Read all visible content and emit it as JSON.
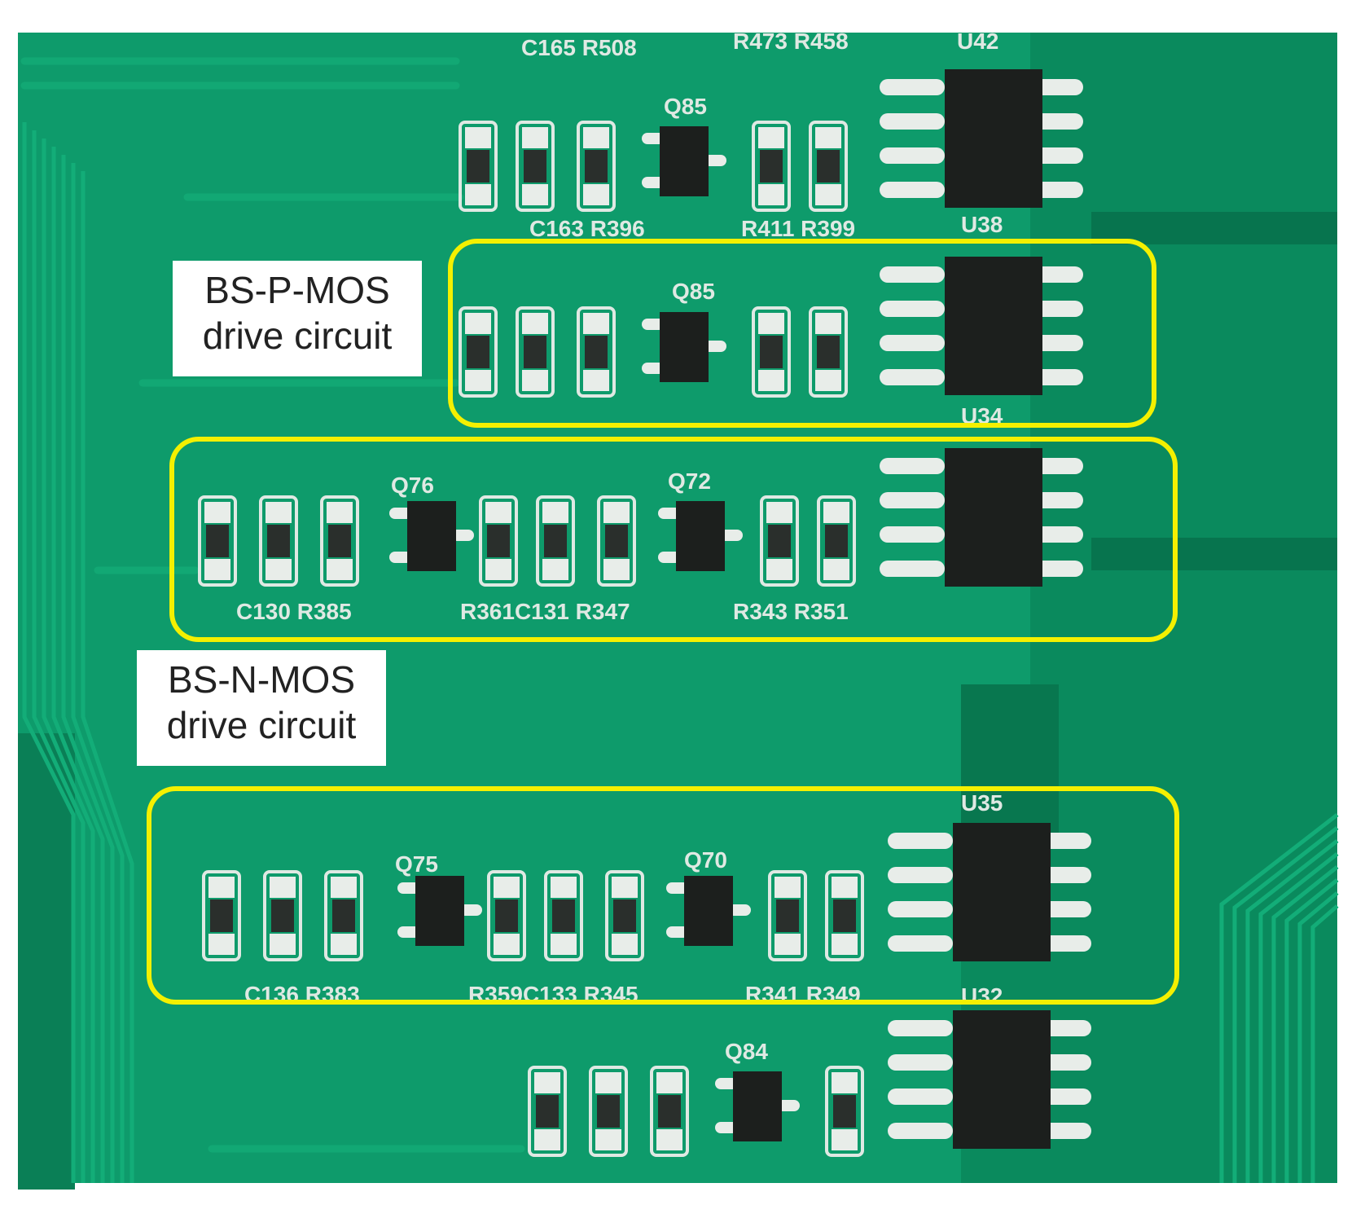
{
  "colors": {
    "board": "#0e9b6b",
    "board_dark": "#077a52",
    "trace": "#12a874",
    "pad": "#e8ede9",
    "chip": "#1c1f1d",
    "silkscreen": "#dfe9e3",
    "highlight": "#f4f000",
    "label_bg": "#ffffff",
    "label_text": "#222222"
  },
  "labels": {
    "p_mos": {
      "line1": "BS-P-MOS",
      "line2": "drive circuit"
    },
    "n_mos": {
      "line1": "BS-N-MOS",
      "line2": "drive circuit"
    }
  },
  "silkscreen": {
    "row1_top": "C165 R508",
    "row1_top_right": "R473 R458",
    "row1_ic": "U42",
    "row1_q": "Q85",
    "row1_bottom": "C163 R396",
    "row1_bottom_right": "R411 R399",
    "row1_ic_bottom": "U38",
    "row2_q": "Q85",
    "row2_ic": "U34",
    "row3_q1": "Q76",
    "row3_q2": "Q72",
    "row3_bottom_a": "C130 R385",
    "row3_bottom_b": "R361C131 R347",
    "row3_bottom_c": "R343 R351",
    "row4_ic": "U35",
    "row4_q1": "Q75",
    "row4_q2": "Q70",
    "row4_bottom_a": "C136 R383",
    "row4_bottom_b": "R359C133 R345",
    "row4_bottom_c": "R341 R349",
    "row5_q": "Q84",
    "row5_ic": "U32"
  }
}
